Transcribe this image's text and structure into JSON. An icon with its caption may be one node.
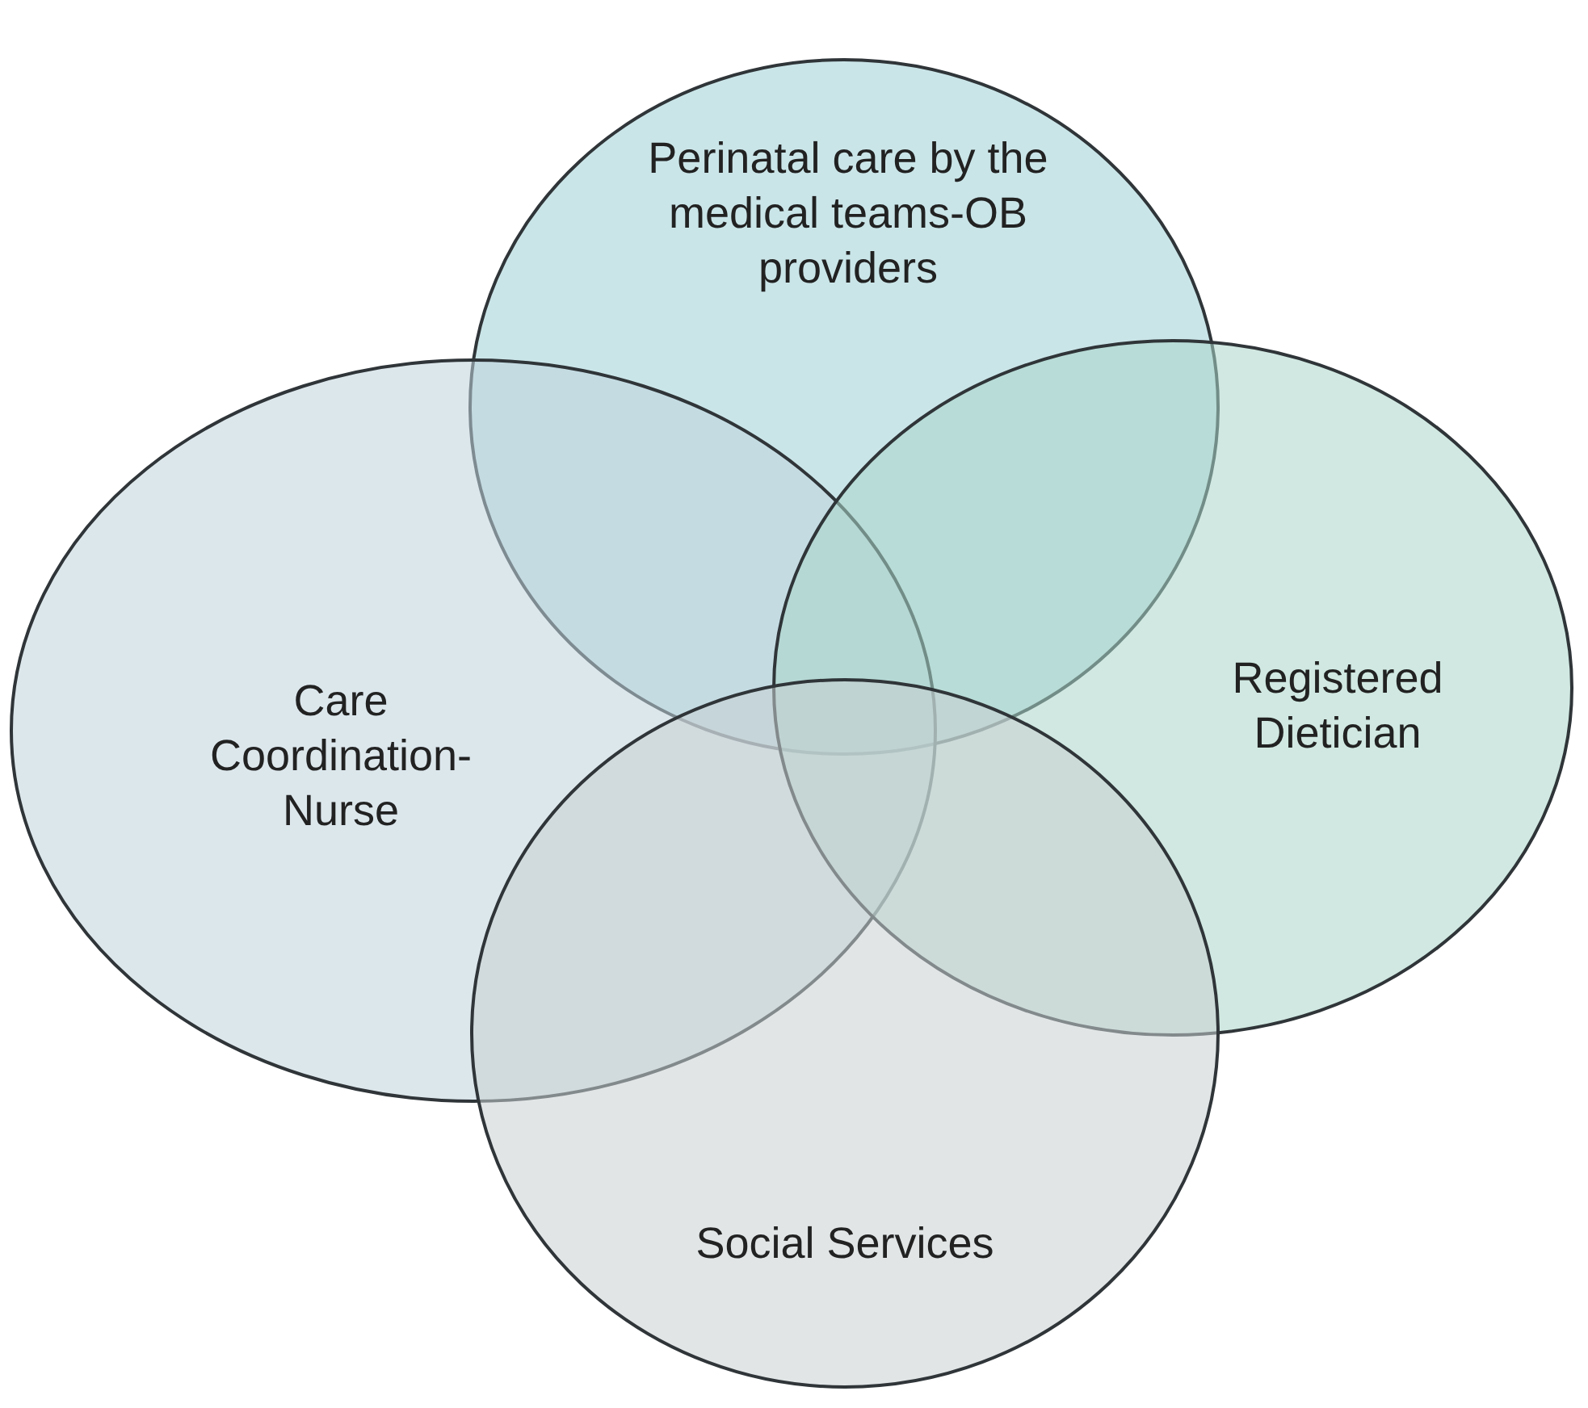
{
  "diagram": {
    "nodes": [
      {
        "text": [
          "Perinatal care by the medical teams-OB providers"
        ]
      },
      {
        "text": [
          "Care Coordination-Nurse"
        ]
      },
      {
        "text": [
          "Registered Dietician"
        ]
      },
      {
        "text": [
          "Social Services"
        ]
      }
    ]
  }
}
